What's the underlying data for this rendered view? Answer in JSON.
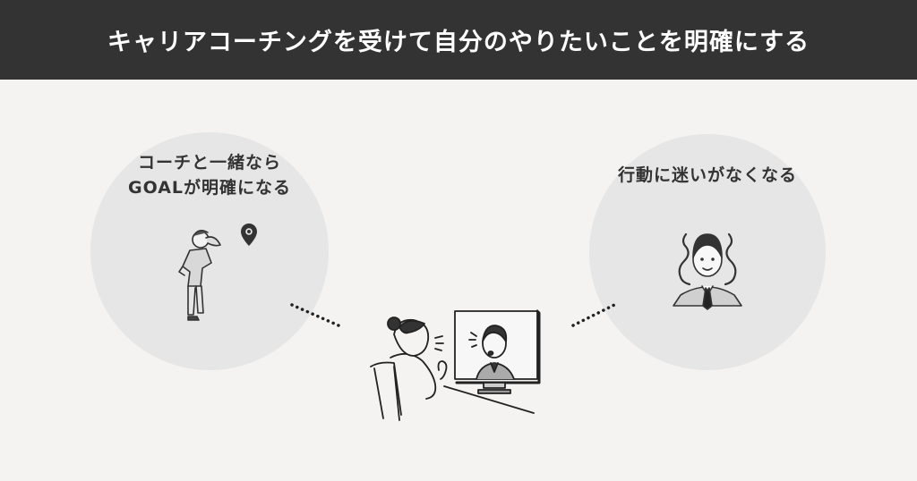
{
  "header": {
    "title": "キャリアコーチングを受けて自分のやりたいことを明確にする"
  },
  "panels": [
    {
      "caption_line1": "コーチと一緒なら",
      "caption_line2": "GOALが明確になる",
      "illustration": "person-looking-ahead-with-map-pin"
    },
    {
      "caption_line1": "行動に迷いがなくなる",
      "illustration": "confident-businessman"
    }
  ],
  "center": {
    "illustration": "woman-on-video-call-with-coach"
  },
  "colors": {
    "header_bg": "#333333",
    "page_bg": "#f4f3f1",
    "circle_bg": "#e6e6e6",
    "text": "#333333",
    "line": "#222222"
  }
}
